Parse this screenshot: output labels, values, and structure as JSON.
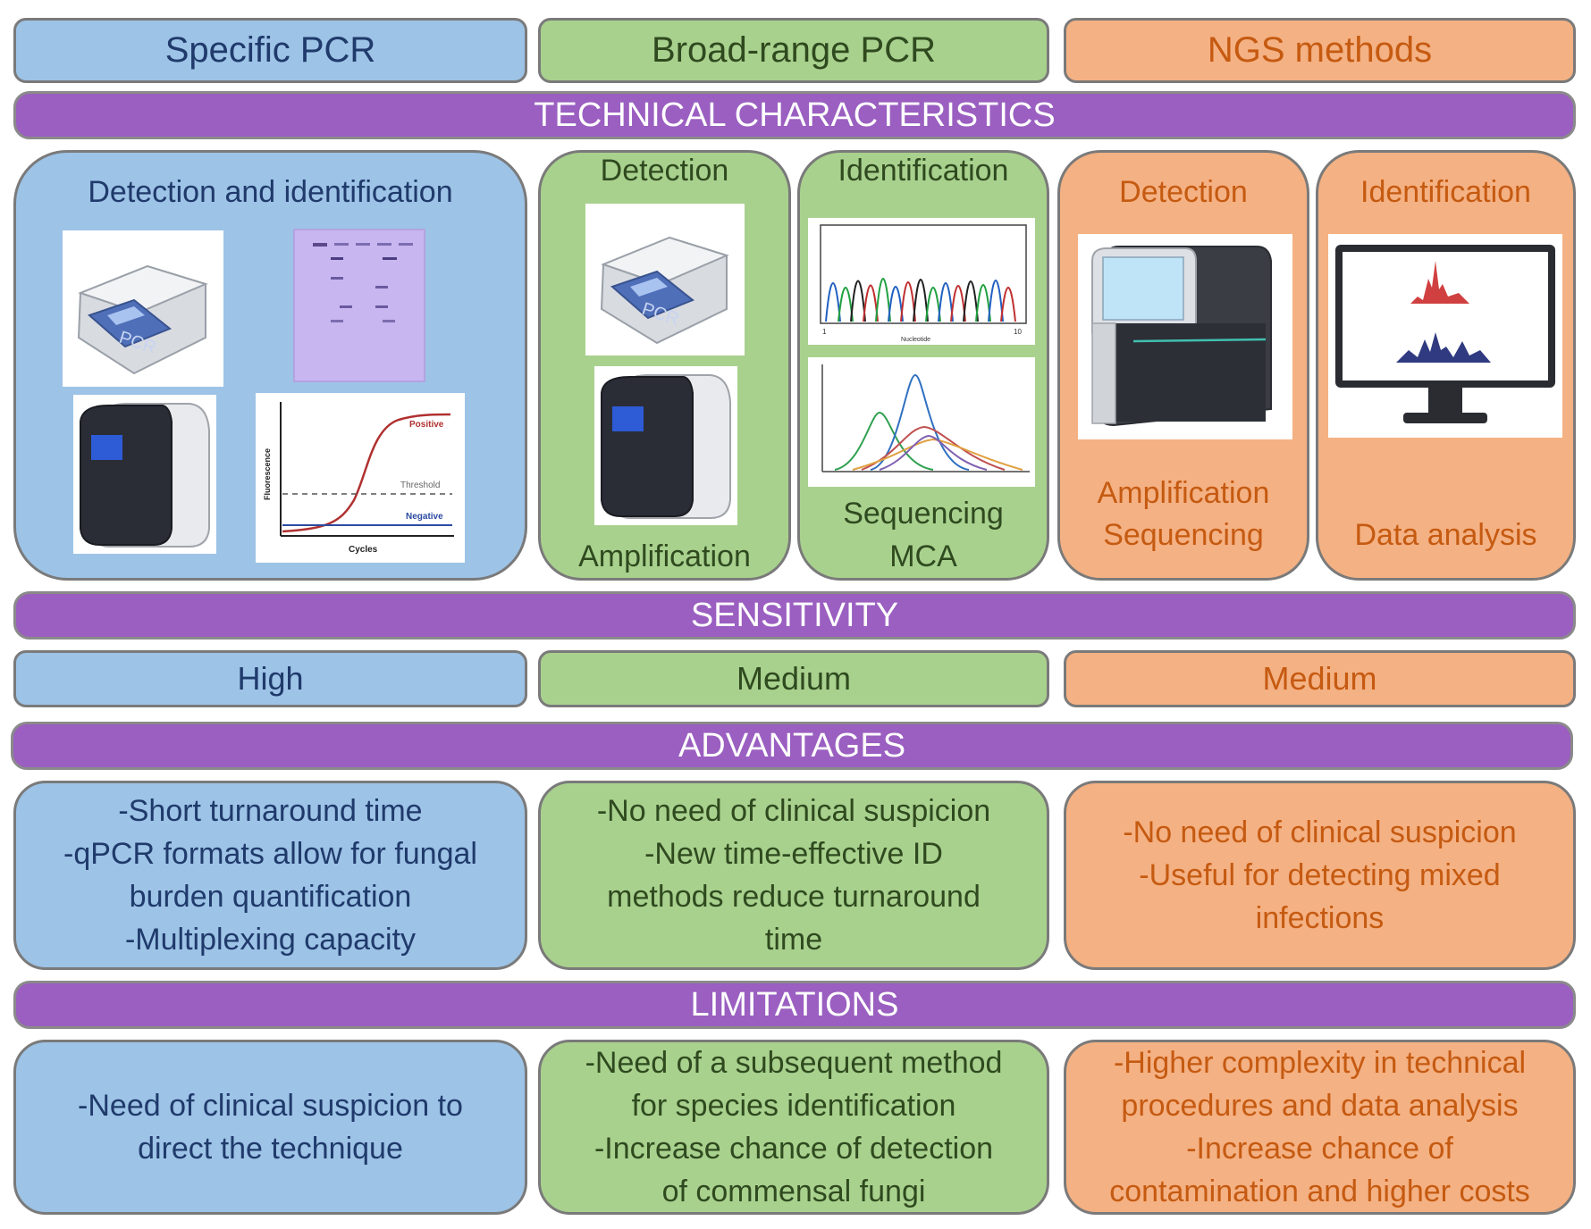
{
  "headers": {
    "specific": "Specific PCR",
    "broad": "Broad-range PCR",
    "ngs": "NGS methods"
  },
  "sections": {
    "technical": "TECHNICAL CHARACTERISTICS",
    "sensitivity": "SENSITIVITY",
    "advantages": "ADVANTAGES",
    "limitations": "LIMITATIONS"
  },
  "technical": {
    "specific_title": "Detection and identification",
    "broad_detection": "Detection",
    "broad_amplification": "Amplification",
    "broad_identification": "Identification",
    "broad_sequencing": "Sequencing",
    "broad_mca": "MCA",
    "ngs_detection": "Detection",
    "ngs_amplification": "Amplification",
    "ngs_sequencing": "Sequencing",
    "ngs_identification": "Identification",
    "ngs_data_analysis": "Data analysis",
    "pcr_label": "PCR",
    "qpcr_chart": {
      "positive": "Positive",
      "threshold": "Threshold",
      "negative": "Negative",
      "xlabel": "Cycles",
      "ylabel": "Fluorescence"
    },
    "chromatogram": {
      "xlabel": "Nucleotide",
      "x_start": "1",
      "x_end": "10"
    }
  },
  "sensitivity": {
    "specific": "High",
    "broad": "Medium",
    "ngs": "Medium"
  },
  "advantages": {
    "specific": [
      "-Short turnaround time",
      "-qPCR formats allow for fungal",
      "burden quantification",
      "-Multiplexing capacity"
    ],
    "broad": [
      "-No need of clinical suspicion",
      "-New time-effective ID",
      "methods reduce turnaround",
      "time"
    ],
    "ngs": [
      "-No need of clinical suspicion",
      "-Useful for detecting mixed",
      "infections"
    ]
  },
  "limitations": {
    "specific": [
      "-Need of clinical suspicion to",
      "direct the technique"
    ],
    "broad": [
      "-Need of a subsequent method",
      "for species identification",
      "-Increase chance of detection",
      "of commensal fungi"
    ],
    "ngs": [
      "-Higher complexity in technical",
      "procedures and data analysis",
      "-Increase chance of",
      "contamination and higher costs"
    ]
  },
  "colors": {
    "blue": "#9dc3e6",
    "green": "#a9d18e",
    "orange": "#f4b183",
    "purple": "#9a5fc0"
  }
}
